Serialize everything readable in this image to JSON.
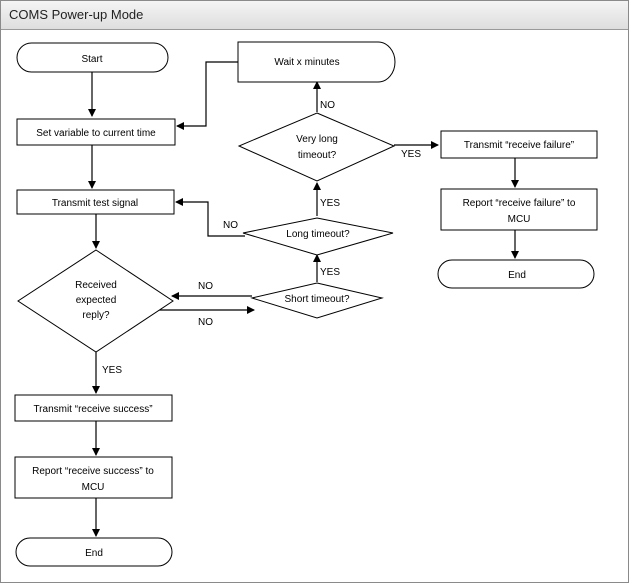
{
  "title": "COMS Power-up Mode",
  "nodes": {
    "start": "Start",
    "set_variable": "Set variable to current time",
    "transmit_test": "Transmit test signal",
    "received_1": "Received",
    "received_2": "expected",
    "received_3": "reply?",
    "transmit_success": "Transmit “receive success”",
    "report_success_1": "Report “receive success” to",
    "report_success_2": "MCU",
    "end_left": "End",
    "wait": "Wait x minutes",
    "very_long_1": "Very long",
    "very_long_2": "timeout?",
    "long_timeout": "Long timeout?",
    "short_timeout": "Short timeout?",
    "transmit_failure": "Transmit “receive failure”",
    "report_failure_1": "Report “receive failure” to",
    "report_failure_2": "MCU",
    "end_right": "End"
  },
  "edge_labels": {
    "yes_success": "YES",
    "no_to_short": "NO",
    "no_from_short": "NO",
    "yes_short_to_long": "YES",
    "no_long_to_transmit": "NO",
    "yes_long_to_very_long": "YES",
    "no_very_long_to_wait": "NO",
    "yes_very_long_to_failure": "YES"
  }
}
